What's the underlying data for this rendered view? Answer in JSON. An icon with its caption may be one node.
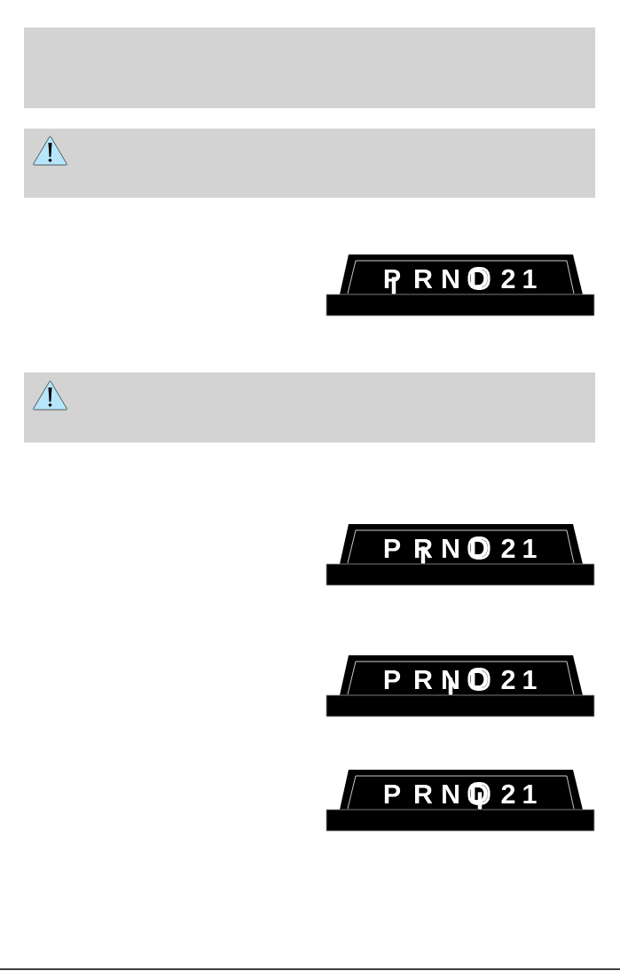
{
  "diagram": {
    "nodes": [
      {
        "text": [],
        "shape": "box"
      },
      {
        "text": [],
        "shape": "box"
      },
      {
        "text": [
          "D"
        ]
      },
      {
        "text": [],
        "shape": "box"
      },
      {
        "text": [
          "D"
        ]
      },
      {
        "text": [
          "D"
        ]
      },
      {
        "text": [
          "D"
        ]
      }
    ],
    "labels": [
      "P",
      "R",
      "N",
      "2",
      "1",
      "P",
      "R",
      "N",
      "2",
      "1",
      "P",
      "R",
      "N",
      "2",
      "1",
      "P",
      "R",
      "N",
      "2",
      "1"
    ]
  }
}
